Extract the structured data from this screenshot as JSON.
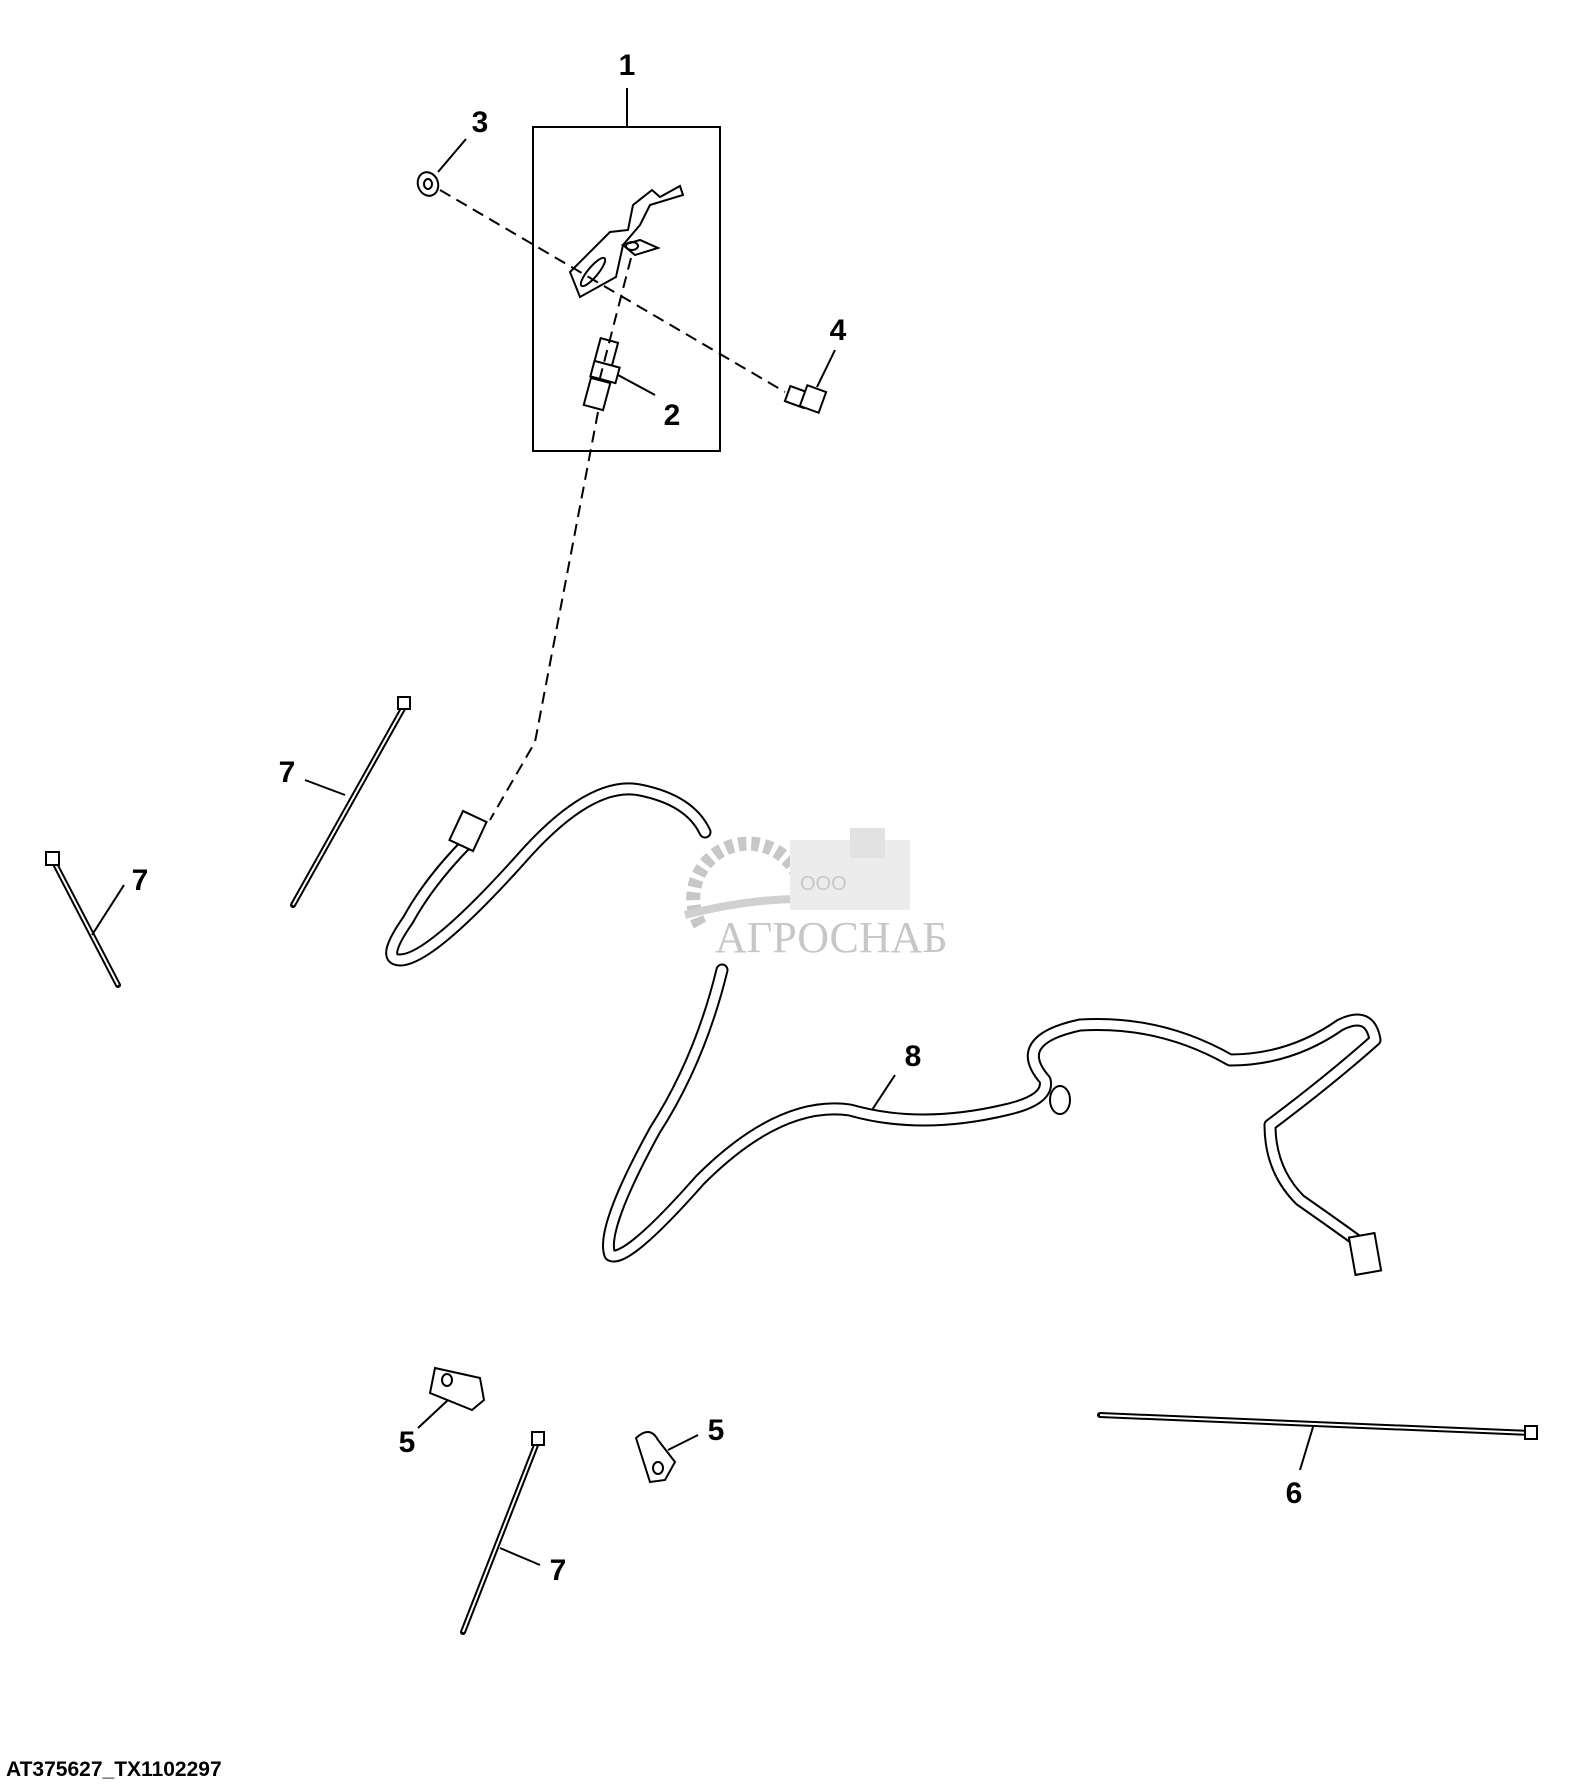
{
  "diagram": {
    "callouts": {
      "bracket_kit": "1",
      "fitting": "2",
      "washer": "3",
      "bolt": "4",
      "clip_left": "5",
      "clip_right": "5",
      "cable_tie_long": "6",
      "cable_tie_upper": "7",
      "cable_tie_left": "7",
      "cable_tie_lower": "7",
      "harness": "8"
    },
    "figure_id": "AT375627_TX1102297",
    "watermark": {
      "prefix": "ООО",
      "name": "АГРОСНАБ"
    }
  }
}
